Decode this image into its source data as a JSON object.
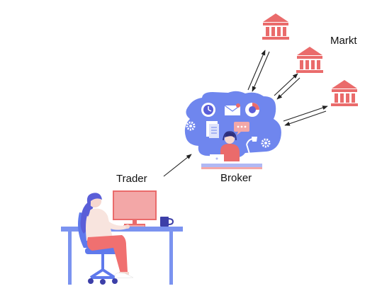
{
  "labels": {
    "market": "Markt",
    "trader": "Trader",
    "broker": "Broker"
  },
  "colors": {
    "bank": "#ea6b6b",
    "broker_cloud": "#6f86ee",
    "desk": "#7b93f0",
    "chair": "#5f79ec",
    "monitor": "#f3a7a7",
    "monitor_frame": "#ea6b6b",
    "pants": "#f07070",
    "hair": "#5a5ed8",
    "arrow": "#222222"
  },
  "icons": [
    "bank-icon",
    "bank-icon",
    "bank-icon",
    "clock-icon",
    "mail-icon",
    "pie-chart-icon",
    "gear-icon",
    "document-icon",
    "chat-bubble-icon",
    "desk-lamp-icon",
    "laptop-icon",
    "headset-icon"
  ]
}
